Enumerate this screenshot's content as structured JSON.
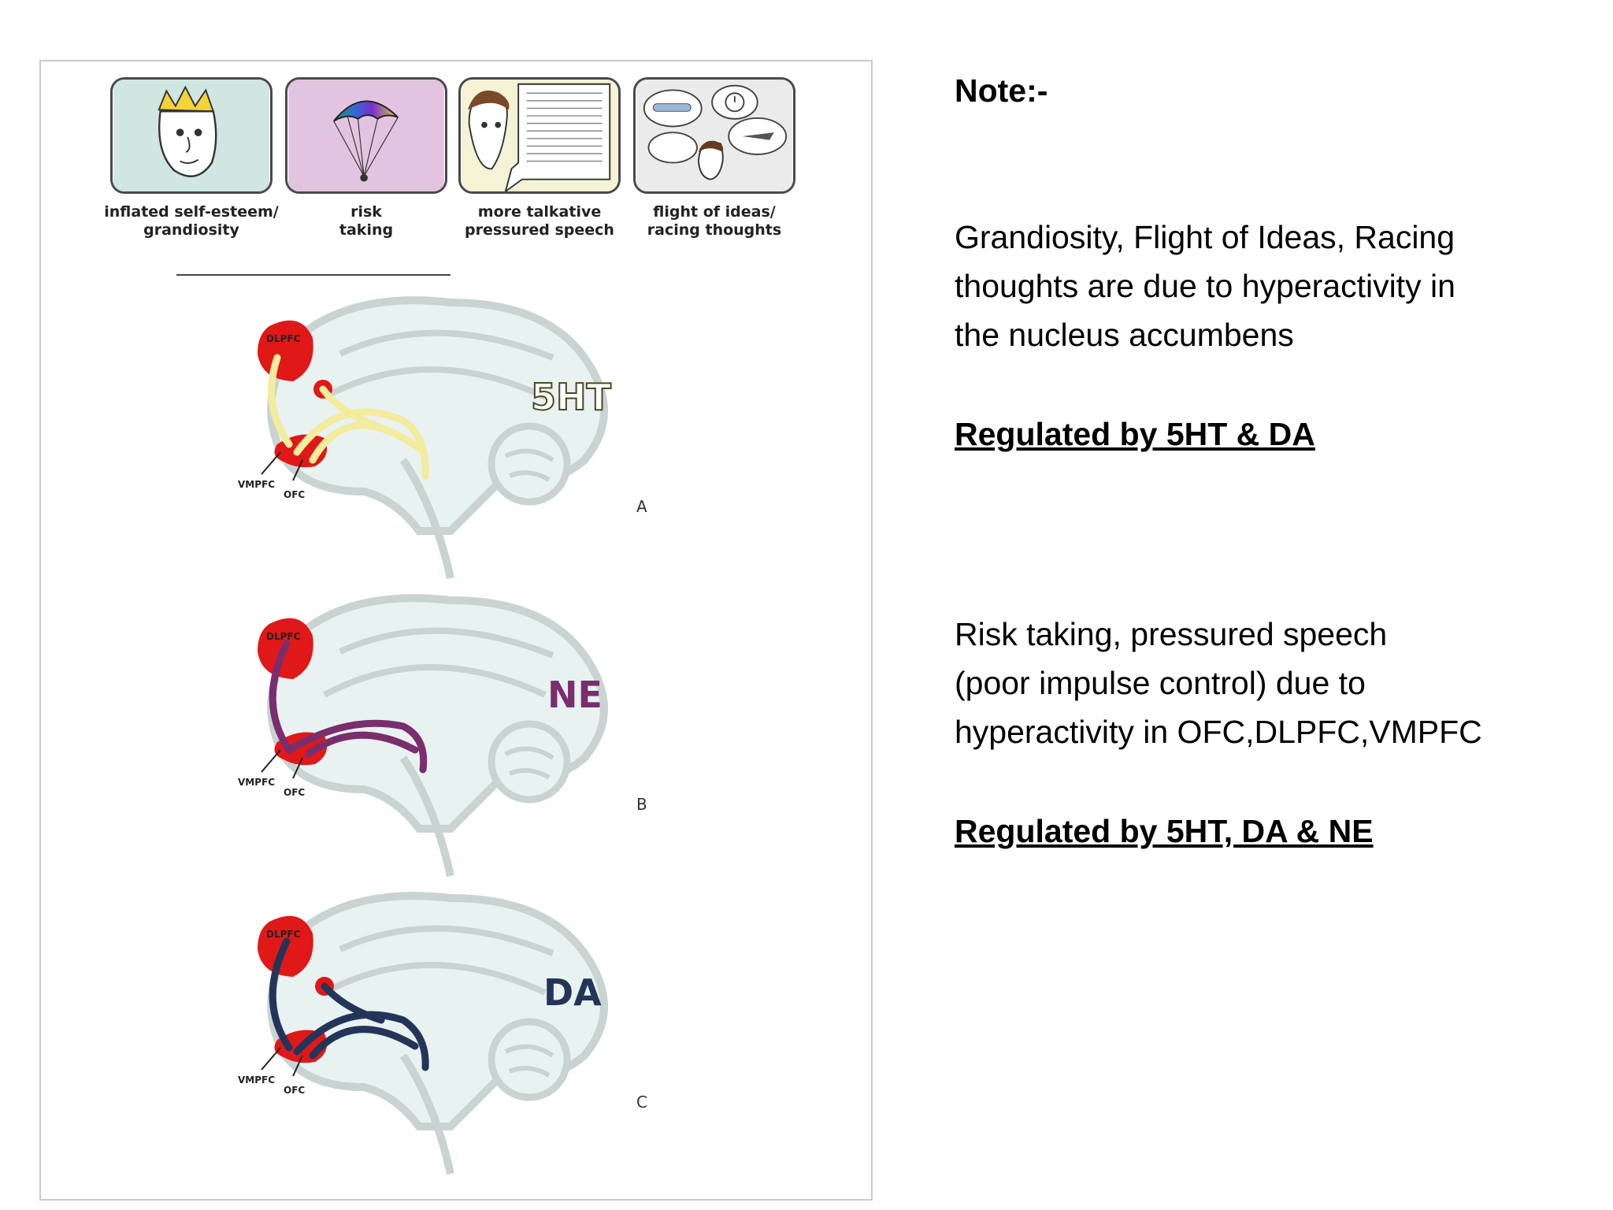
{
  "figure": {
    "icons": [
      {
        "id": "grandiosity",
        "icon": "crown-man-icon",
        "caption": [
          "inflated self-esteem/",
          "grandiosity"
        ],
        "bg": "#cfe6e2"
      },
      {
        "id": "risk",
        "icon": "parachute-icon",
        "caption": [
          "risk",
          "taking"
        ],
        "bg": "#e3c4e0"
      },
      {
        "id": "talkative",
        "icon": "speech-bubble-icon",
        "caption": [
          "more talkative",
          "pressured speech"
        ],
        "bg": "#f6f2d6"
      },
      {
        "id": "ideas",
        "icon": "thought-clouds-icon",
        "caption": [
          "flight of ideas/",
          "racing thoughts"
        ],
        "bg": "#ebebeb"
      }
    ],
    "brains": [
      {
        "id": "a",
        "neurotransmitter": "5HT",
        "color": "#f2ec9c",
        "text_color": "#ffffff",
        "outline": "#4a4a20",
        "letter": "A",
        "region_top": "DLPFC",
        "region_left": "VMPFC",
        "region_bottom": "OFC"
      },
      {
        "id": "b",
        "neurotransmitter": "NE",
        "color": "#7a2e6e",
        "text_color": "#7a2e6e",
        "outline": "none",
        "letter": "B",
        "region_top": "DLPFC",
        "region_left": "VMPFC",
        "region_bottom": "OFC"
      },
      {
        "id": "c",
        "neurotransmitter": "DA",
        "color": "#24355a",
        "text_color": "#24355a",
        "outline": "none",
        "letter": "C",
        "region_top": "DLPFC",
        "region_left": "VMPFC",
        "region_bottom": "OFC"
      }
    ],
    "colors": {
      "brain_fill": "#e8f2f1",
      "brain_line": "#c9d3d2",
      "region": "#e01818"
    }
  },
  "notes": {
    "heading": "Note:-",
    "paragraph1": [
      "Grandiosity, Flight of Ideas, Racing",
      "thoughts are due to hyperactivity  in",
      "the nucleus accumbens"
    ],
    "regulation1": "Regulated by 5HT & DA",
    "paragraph2": [
      "Risk taking, pressured speech",
      "(poor impulse control)  due to",
      "hyperactivity in OFC,DLPFC,VMPFC"
    ],
    "regulation2": "Regulated by 5HT, DA & NE"
  }
}
